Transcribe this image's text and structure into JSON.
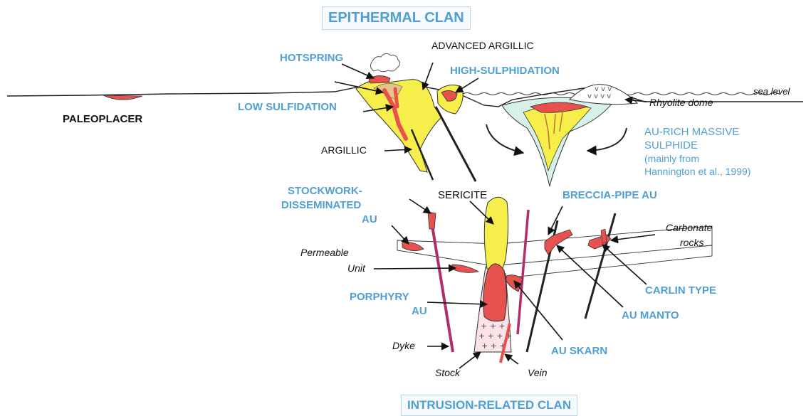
{
  "titles": {
    "top": "EPITHERMAL CLAN",
    "bottom": "INTRUSION-RELATED CLAN"
  },
  "labels": {
    "paleoplacer": "PALEOPLACER",
    "hotspring": "HOTSPRING",
    "low_sulfidation": "LOW SULFIDATION",
    "argillic": "ARGILLIC",
    "advanced_argillic": "ADVANCED ARGILLIC",
    "high_sulphidation": "HIGH-SULPHIDATION",
    "rhyolite_dome": "Rhyolite dome",
    "sea_level": "sea level",
    "vms_line1": "AU-RICH MASSIVE",
    "vms_line2": "SULPHIDE",
    "vms_note1": "(mainly from",
    "vms_note2": "Hannington et al., 1999)",
    "stockwork1": "STOCKWORK-",
    "stockwork2": "DISSEMINATED",
    "stockwork3": "AU",
    "sericite": "SERICITE",
    "breccia_pipe": "BRECCIA-PIPE AU",
    "carbonate1": "Carbonate",
    "carbonate2": "rocks",
    "permeable": "Permeable",
    "unit": "Unit",
    "porphyry1": "PORPHYRY",
    "porphyry2": "AU",
    "carlin": "CARLIN TYPE",
    "au_manto": "AU MANTO",
    "au_skarn": "AU SKARN",
    "dyke": "Dyke",
    "stock": "Stock",
    "vein": "Vein"
  },
  "colors": {
    "ore": "#e8524e",
    "alteration_yellow": "#f6ee4a",
    "alteration_tan": "#e7c48a",
    "stock_pink": "#fbe3e8",
    "vms_green": "#d8f0ea",
    "dyke": "#b02f6a",
    "label_blue": "#4f9fd3"
  }
}
